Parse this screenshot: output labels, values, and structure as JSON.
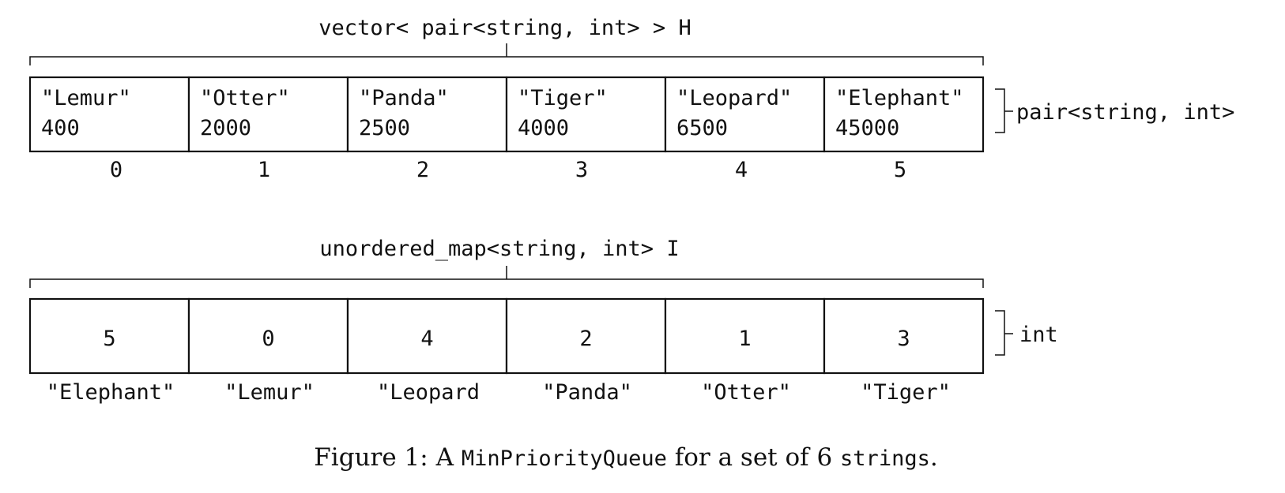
{
  "vector": {
    "title": "vector< pair<string, int> > H",
    "side_label": "pair<string, int>",
    "cells": [
      {
        "key": "\"Lemur\"",
        "value": "400",
        "index": "0"
      },
      {
        "key": "\"Otter\"",
        "value": "2000",
        "index": "1"
      },
      {
        "key": "\"Panda\"",
        "value": "2500",
        "index": "2"
      },
      {
        "key": "\"Tiger\"",
        "value": "4000",
        "index": "3"
      },
      {
        "key": "\"Leopard\"",
        "value": "6500",
        "index": "4"
      },
      {
        "key": "\"Elephant\"",
        "value": "45000",
        "index": "5"
      }
    ]
  },
  "map": {
    "title": "unordered_map<string, int> I",
    "side_label": "int",
    "cells": [
      {
        "value": "5",
        "key": "\"Elephant\""
      },
      {
        "value": "0",
        "key": "\"Lemur\""
      },
      {
        "value": "4",
        "key": "\"Leopard"
      },
      {
        "value": "2",
        "key": "\"Panda\""
      },
      {
        "value": "1",
        "key": "\"Otter\""
      },
      {
        "value": "3",
        "key": "\"Tiger\""
      }
    ]
  },
  "caption": {
    "prefix": "Figure 1: A ",
    "class_name": "MinPriorityQueue",
    "middle": " for a set of 6 ",
    "type_name": "strings",
    "suffix": "."
  }
}
